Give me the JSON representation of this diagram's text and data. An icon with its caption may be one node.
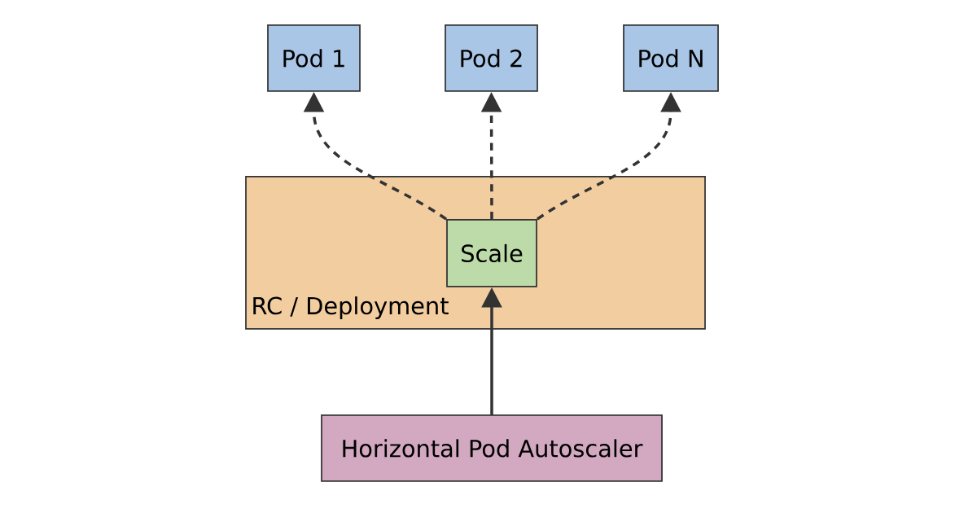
{
  "diagram": {
    "nodes": [
      {
        "text": [
          "Pod 1"
        ]
      },
      {
        "text": [
          "Pod 2"
        ]
      },
      {
        "text": [
          "Pod N"
        ]
      },
      {
        "text": [
          "RC / Deployment"
        ]
      },
      {
        "text": [
          "Scale"
        ],
        "in": 3
      },
      {
        "text": [
          "Horizontal Pod Autoscaler"
        ]
      }
    ],
    "edges": [
      {
        "from": 4,
        "to": 0,
        "arrow": "to",
        "style": "dashed"
      },
      {
        "from": 4,
        "to": 1,
        "arrow": "to",
        "style": "dashed"
      },
      {
        "from": 4,
        "to": 2,
        "arrow": "to",
        "style": "dashed"
      },
      {
        "from": 5,
        "to": 4,
        "arrow": "to"
      }
    ]
  }
}
